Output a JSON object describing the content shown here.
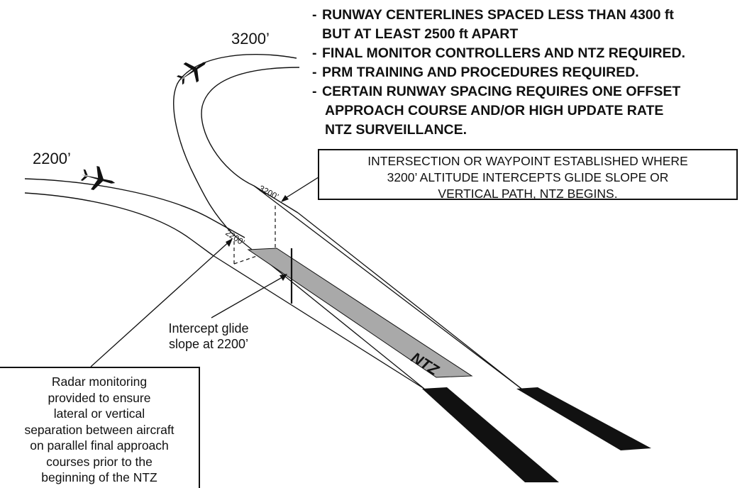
{
  "bullets": [
    {
      "dash": "-",
      "text": "RUNWAY CENTERLINES SPACED LESS THAN 4300 ft"
    },
    {
      "dash": "",
      "text": "BUT AT LEAST 2500 ft APART"
    },
    {
      "dash": "-",
      "text": "FINAL MONITOR CONTROLLERS AND NTZ REQUIRED."
    },
    {
      "dash": "-",
      "text": "PRM TRAINING AND PROCEDURES REQUIRED."
    },
    {
      "dash": "-",
      "text": "CERTAIN RUNWAY SPACING REQUIRES ONE OFFSET"
    },
    {
      "dash": "",
      "text": "APPROACH COURSE AND/OR HIGH UPDATE RATE"
    },
    {
      "dash": "",
      "text": "NTZ SURVEILLANCE."
    }
  ],
  "altitudes": {
    "upper": "3200’",
    "lower": "2200’",
    "upper_small": "3200’",
    "lower_small": "2200’"
  },
  "intersection_box": {
    "lines": [
      "INTERSECTION OR WAYPOINT ESTABLISHED WHERE",
      "3200’ ALTITUDE INTERCEPTS GLIDE SLOPE OR",
      "VERTICAL PATH, NTZ BEGINS."
    ]
  },
  "intercept_label": {
    "lines": [
      "Intercept glide",
      "slope at 2200’"
    ]
  },
  "radar_box": {
    "lines": [
      "Radar monitoring",
      "provided to ensure",
      "lateral or vertical",
      "separation between aircraft",
      "on parallel final approach",
      "courses prior to the",
      "beginning of the NTZ"
    ]
  },
  "ntz_label": "NTZ",
  "colors": {
    "ink": "#111111",
    "ntz_fill": "#a9a9a9",
    "background": "#ffffff"
  },
  "icons": [
    "aircraft-icon"
  ]
}
